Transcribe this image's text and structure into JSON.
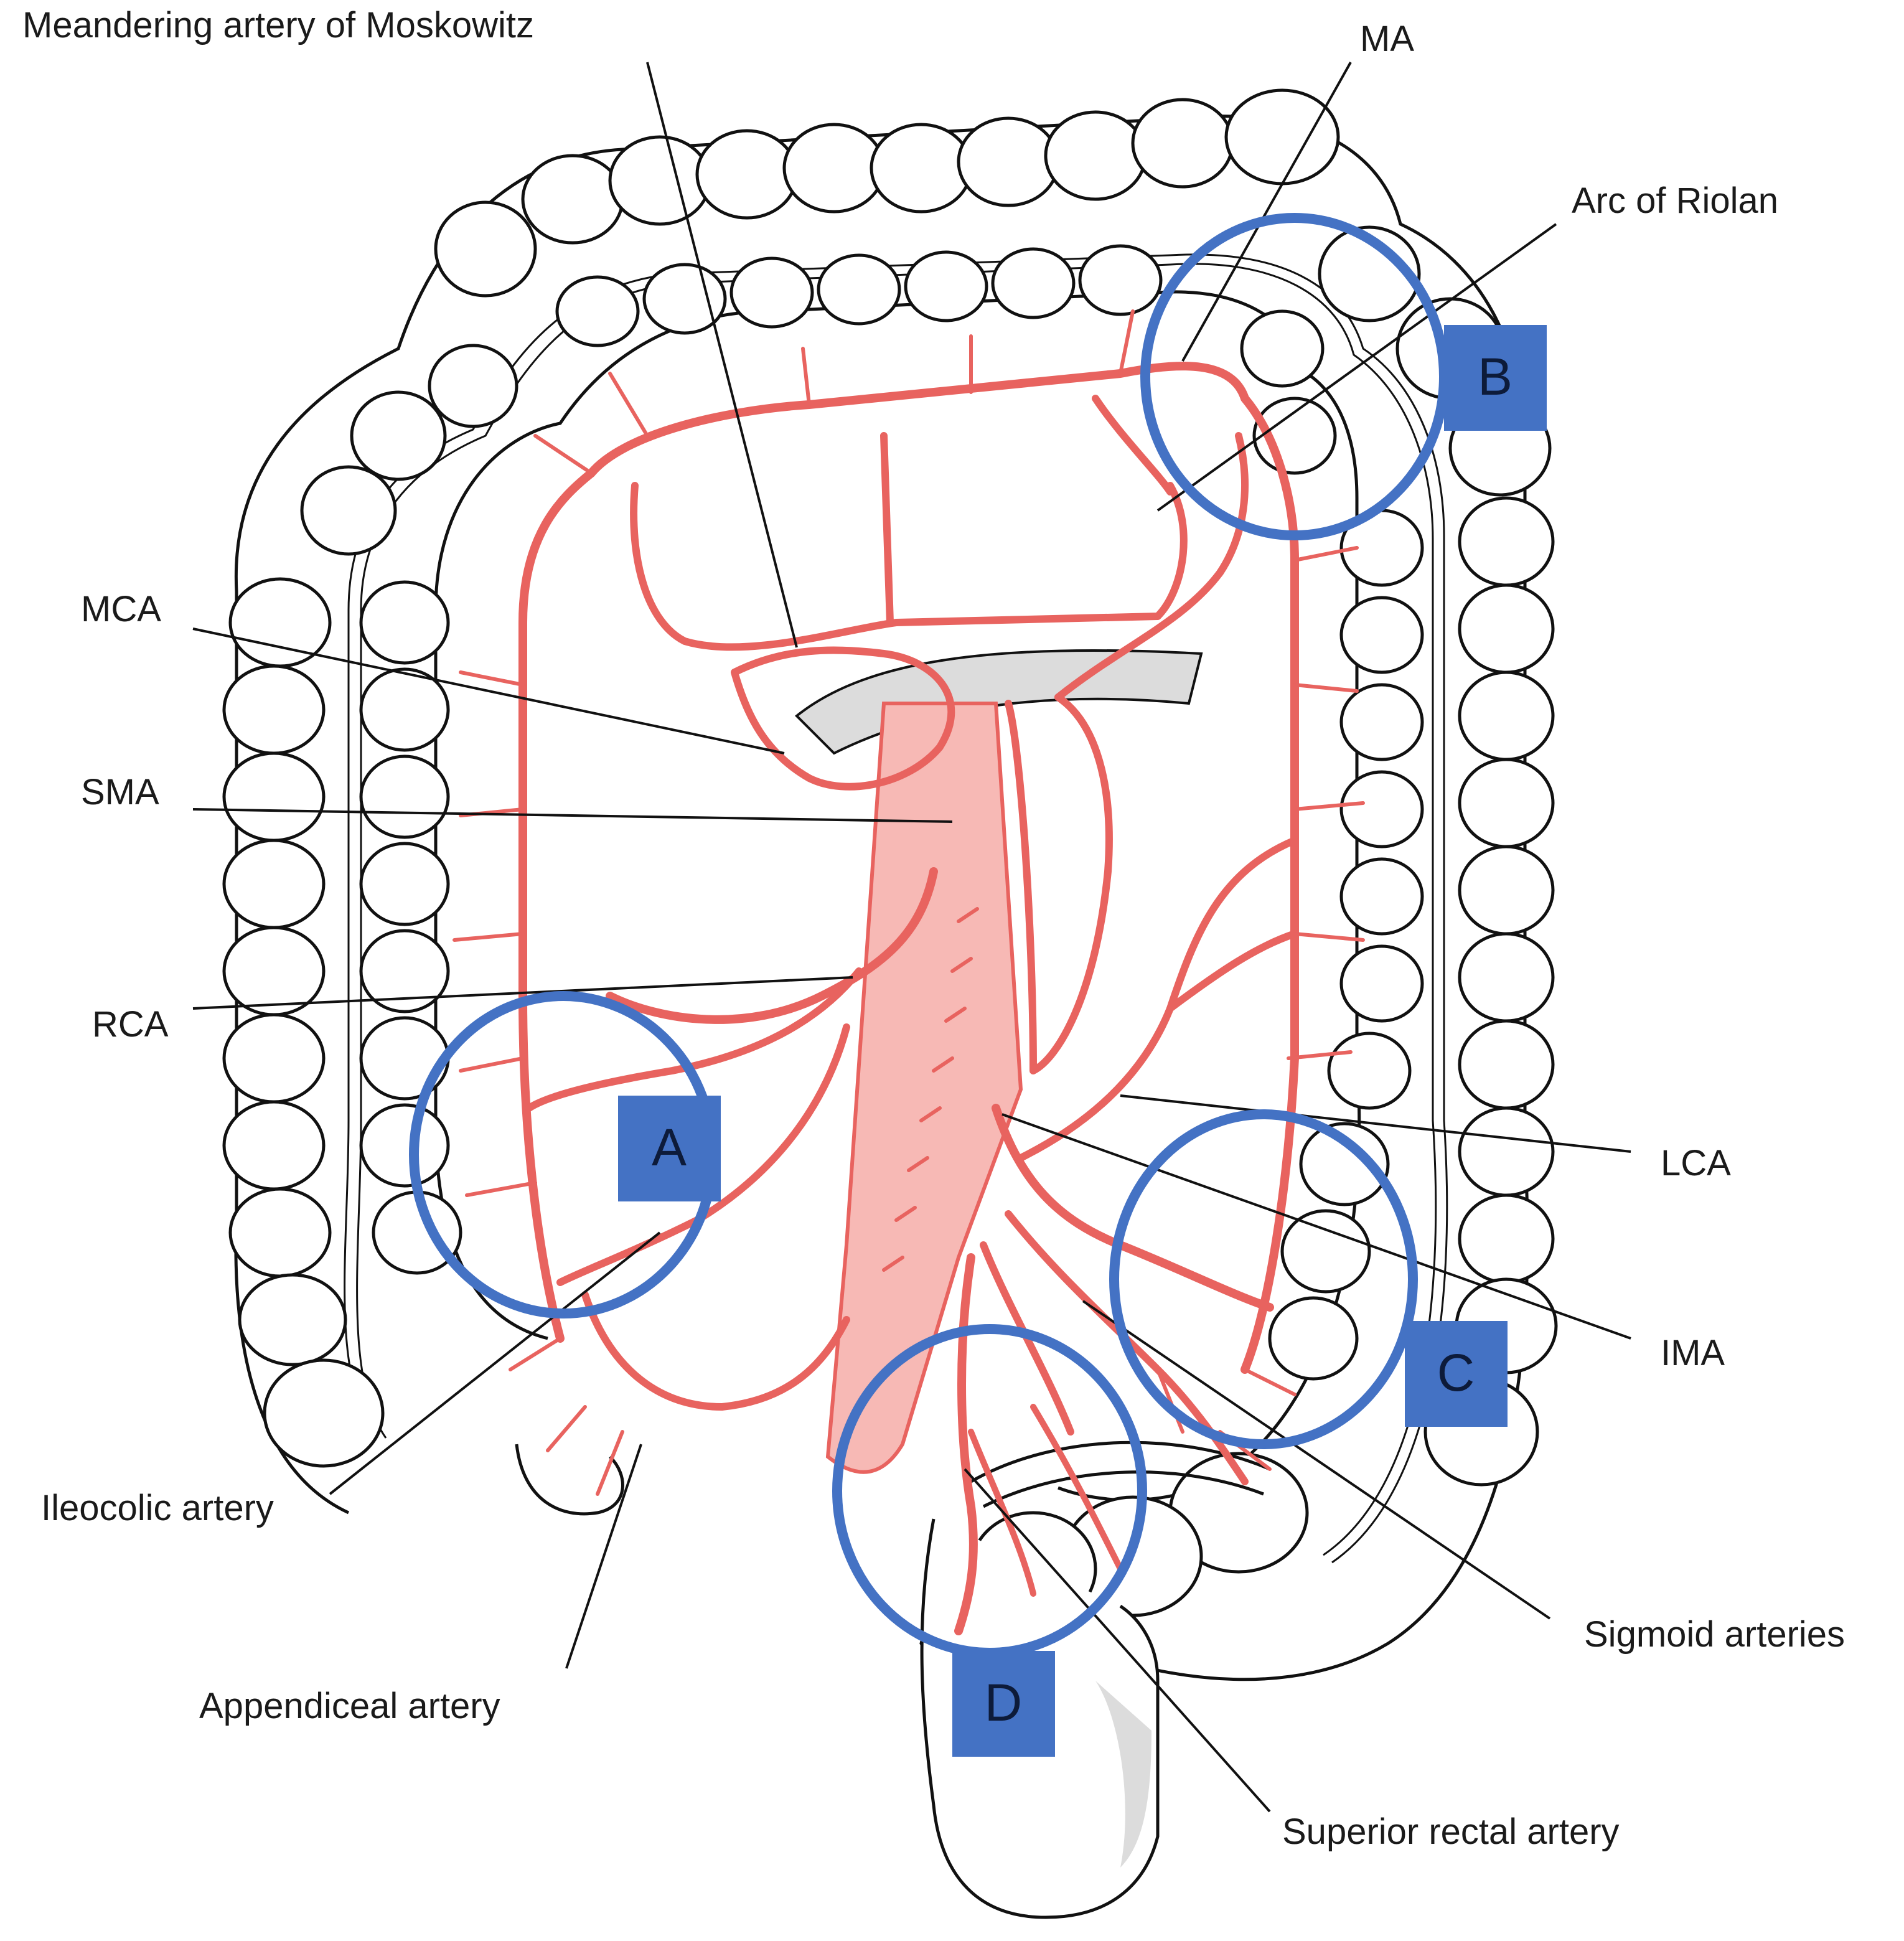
{
  "labels": {
    "meandering": "Meandering artery of Moskowitz",
    "ma": "MA",
    "riolan": "Arc of Riolan",
    "mca": "MCA",
    "sma": "SMA",
    "rca": "RCA",
    "lca": "LCA",
    "ima": "IMA",
    "ileocolic": "Ileocolic artery",
    "appendiceal": "Appendiceal artery",
    "sigmoid": "Sigmoid arteries",
    "superior_rectal": "Superior rectal artery"
  },
  "zones": {
    "a": "A",
    "b": "B",
    "c": "C",
    "d": "D"
  },
  "colors": {
    "artery": "#e8635f",
    "artery_fill": "#f7b9b5",
    "zone": "#4472c4",
    "bowel_shade": "#dcdcdc"
  }
}
